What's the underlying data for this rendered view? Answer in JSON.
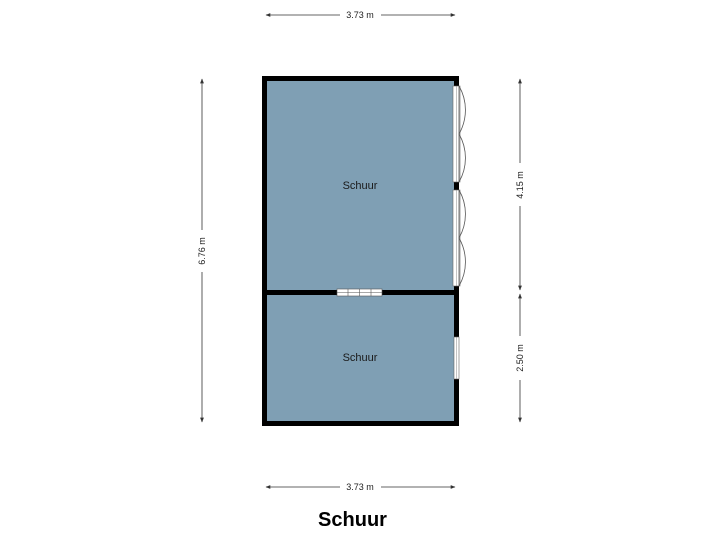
{
  "title": "Schuur",
  "colors": {
    "room_fill": "#7f9fb4",
    "wall": "#000000",
    "dimension_line": "#333333"
  },
  "rooms": [
    {
      "name": "Schuur"
    },
    {
      "name": "Schuur"
    }
  ],
  "dimensions": {
    "top_width": "3.73 m",
    "bottom_width": "3.73 m",
    "left_height": "6.76 m",
    "right_upper_height": "4.15 m",
    "right_lower_height": "2.50 m"
  }
}
